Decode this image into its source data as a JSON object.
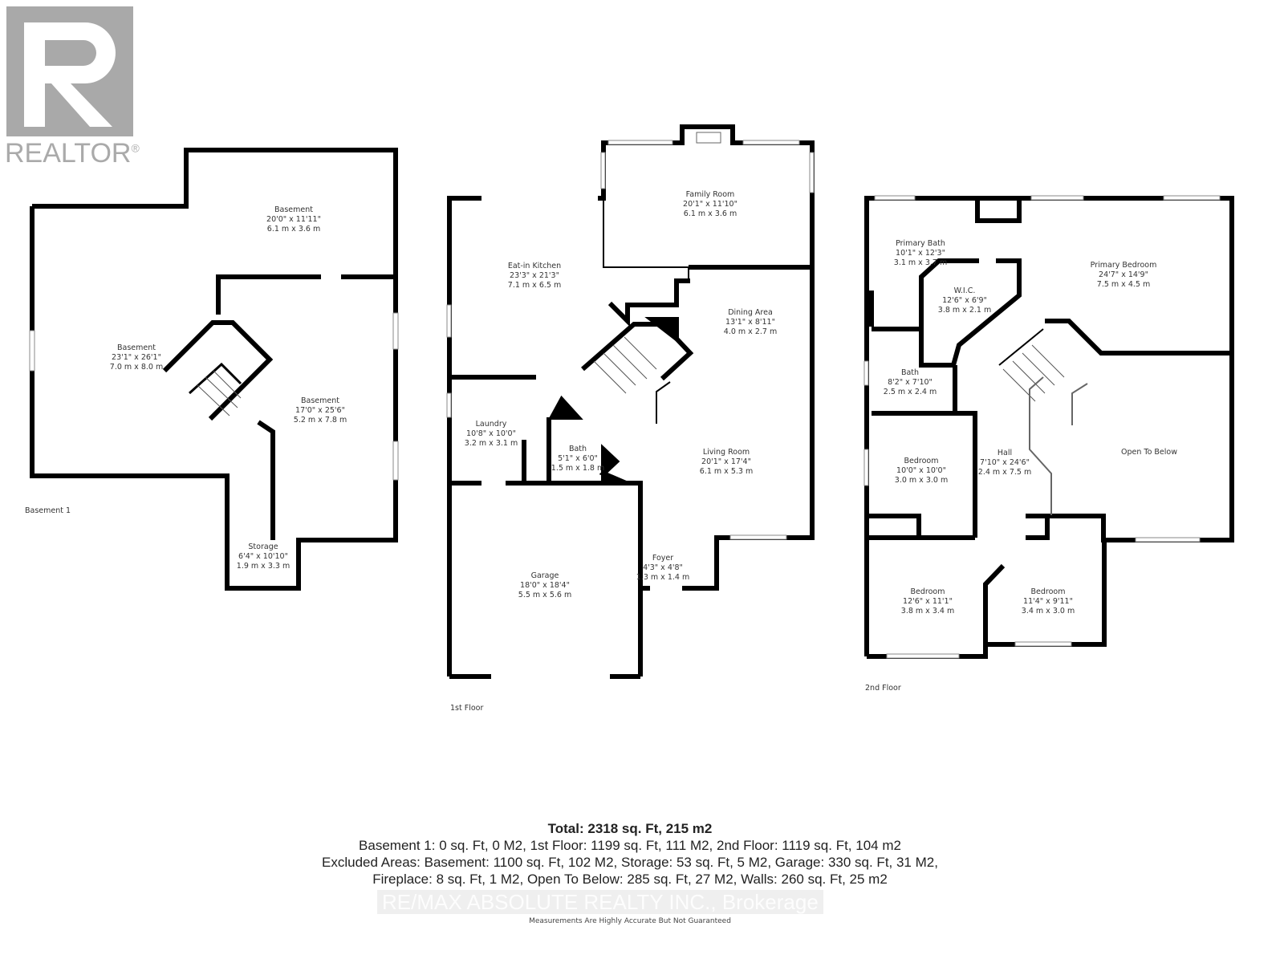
{
  "logo": {
    "text": "REALTOR",
    "mark": "®",
    "color": "#a9a9a9"
  },
  "floors": [
    {
      "name": "Basement 1",
      "rooms": [
        {
          "name": "Basement",
          "imperial": "20'0\" x 11'11\"",
          "metric": "6.1 m x 3.6 m"
        },
        {
          "name": "Basement",
          "imperial": "23'1\" x 26'1\"",
          "metric": "7.0 m x 8.0 m"
        },
        {
          "name": "Basement",
          "imperial": "17'0\" x 25'6\"",
          "metric": "5.2 m x 7.8 m"
        },
        {
          "name": "Storage",
          "imperial": "6'4\" x 10'10\"",
          "metric": "1.9 m x 3.3 m"
        }
      ]
    },
    {
      "name": "1st Floor",
      "rooms": [
        {
          "name": "Family Room",
          "imperial": "20'1\" x 11'10\"",
          "metric": "6.1 m x 3.6 m"
        },
        {
          "name": "Eat-in Kitchen",
          "imperial": "23'3\" x 21'3\"",
          "metric": "7.1 m x 6.5 m"
        },
        {
          "name": "Dining Area",
          "imperial": "13'1\" x 8'11\"",
          "metric": "4.0 m x 2.7 m"
        },
        {
          "name": "Laundry",
          "imperial": "10'8\" x 10'0\"",
          "metric": "3.2 m x 3.1 m"
        },
        {
          "name": "Bath",
          "imperial": "5'1\" x 6'0\"",
          "metric": "1.5 m x 1.8 m"
        },
        {
          "name": "Living Room",
          "imperial": "20'1\" x 17'4\"",
          "metric": "6.1 m x 5.3 m"
        },
        {
          "name": "Foyer",
          "imperial": "4'3\" x 4'8\"",
          "metric": "1.3 m x 1.4 m"
        },
        {
          "name": "Garage",
          "imperial": "18'0\" x 18'4\"",
          "metric": "5.5 m x 5.6 m"
        }
      ]
    },
    {
      "name": "2nd Floor",
      "rooms": [
        {
          "name": "Primary Bath",
          "imperial": "10'1\" x 12'3\"",
          "metric": "3.1 m x 3.7 m"
        },
        {
          "name": "W.I.C.",
          "imperial": "12'6\" x 6'9\"",
          "metric": "3.8 m x 2.1 m"
        },
        {
          "name": "Primary Bedroom",
          "imperial": "24'7\" x 14'9\"",
          "metric": "7.5 m x 4.5 m"
        },
        {
          "name": "Bath",
          "imperial": "8'2\" x 7'10\"",
          "metric": "2.5 m x 2.4 m"
        },
        {
          "name": "Bedroom",
          "imperial": "10'0\" x 10'0\"",
          "metric": "3.0 m x 3.0 m"
        },
        {
          "name": "Hall",
          "imperial": "7'10\" x 24'6\"",
          "metric": "2.4 m x 7.5 m"
        },
        {
          "name": "Open To Below",
          "imperial": "",
          "metric": ""
        },
        {
          "name": "Bedroom",
          "imperial": "12'6\" x 11'1\"",
          "metric": "3.8 m x 3.4 m"
        },
        {
          "name": "Bedroom",
          "imperial": "11'4\" x 9'11\"",
          "metric": "3.4 m x 3.0 m"
        }
      ]
    }
  ],
  "summary": {
    "total": "Total: 2318 sq. Ft, 215 m2",
    "line1": "Basement 1: 0 sq. Ft, 0 M2, 1st Floor: 1199 sq. Ft, 111 M2, 2nd Floor: 1119 sq. Ft, 104 m2",
    "line2": "Excluded Areas: Basement: 1100 sq. Ft, 102 M2, Storage: 53 sq. Ft, 5 M2, Garage: 330 sq. Ft, 31 M2,",
    "line3": "Fireplace: 8 sq. Ft, 1 M2, Open To Below: 285 sq. Ft, 27 M2, Walls: 260 sq. Ft, 25 m2"
  },
  "watermark": "RE/MAX ABSOLUTE REALTY INC., Brokerage",
  "disclaimer": "Measurements Are Highly Accurate But Not Guaranteed"
}
